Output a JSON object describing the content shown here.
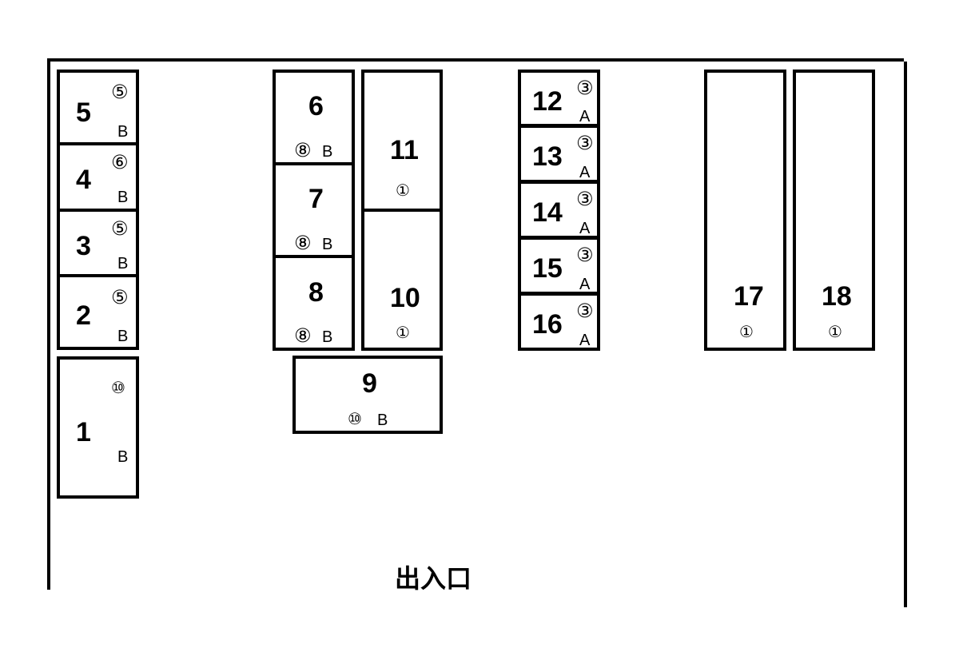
{
  "spaces": [
    {
      "id": "1",
      "number": "1",
      "circled": "⑩",
      "grade": "B"
    },
    {
      "id": "2",
      "number": "2",
      "circled": "⑤",
      "grade": "B"
    },
    {
      "id": "3",
      "number": "3",
      "circled": "⑤",
      "grade": "B"
    },
    {
      "id": "4",
      "number": "4",
      "circled": "⑥",
      "grade": "B"
    },
    {
      "id": "5",
      "number": "5",
      "circled": "⑤",
      "grade": "B"
    },
    {
      "id": "6",
      "number": "6",
      "circled": "⑧",
      "grade": "B"
    },
    {
      "id": "7",
      "number": "7",
      "circled": "⑧",
      "grade": "B"
    },
    {
      "id": "8",
      "number": "8",
      "circled": "⑧",
      "grade": "B"
    },
    {
      "id": "9",
      "number": "9",
      "circled": "⑩",
      "grade": "B"
    },
    {
      "id": "10",
      "number": "10",
      "circled": "①"
    },
    {
      "id": "11",
      "number": "11",
      "circled": "①"
    },
    {
      "id": "12",
      "number": "12",
      "circled": "③",
      "grade": "A"
    },
    {
      "id": "13",
      "number": "13",
      "circled": "③",
      "grade": "A"
    },
    {
      "id": "14",
      "number": "14",
      "circled": "③",
      "grade": "A"
    },
    {
      "id": "15",
      "number": "15",
      "circled": "③",
      "grade": "A"
    },
    {
      "id": "16",
      "number": "16",
      "circled": "③",
      "grade": "A"
    },
    {
      "id": "17",
      "number": "17",
      "circled": "①"
    },
    {
      "id": "18",
      "number": "18",
      "circled": "①"
    }
  ],
  "entrance_label": "出入口"
}
